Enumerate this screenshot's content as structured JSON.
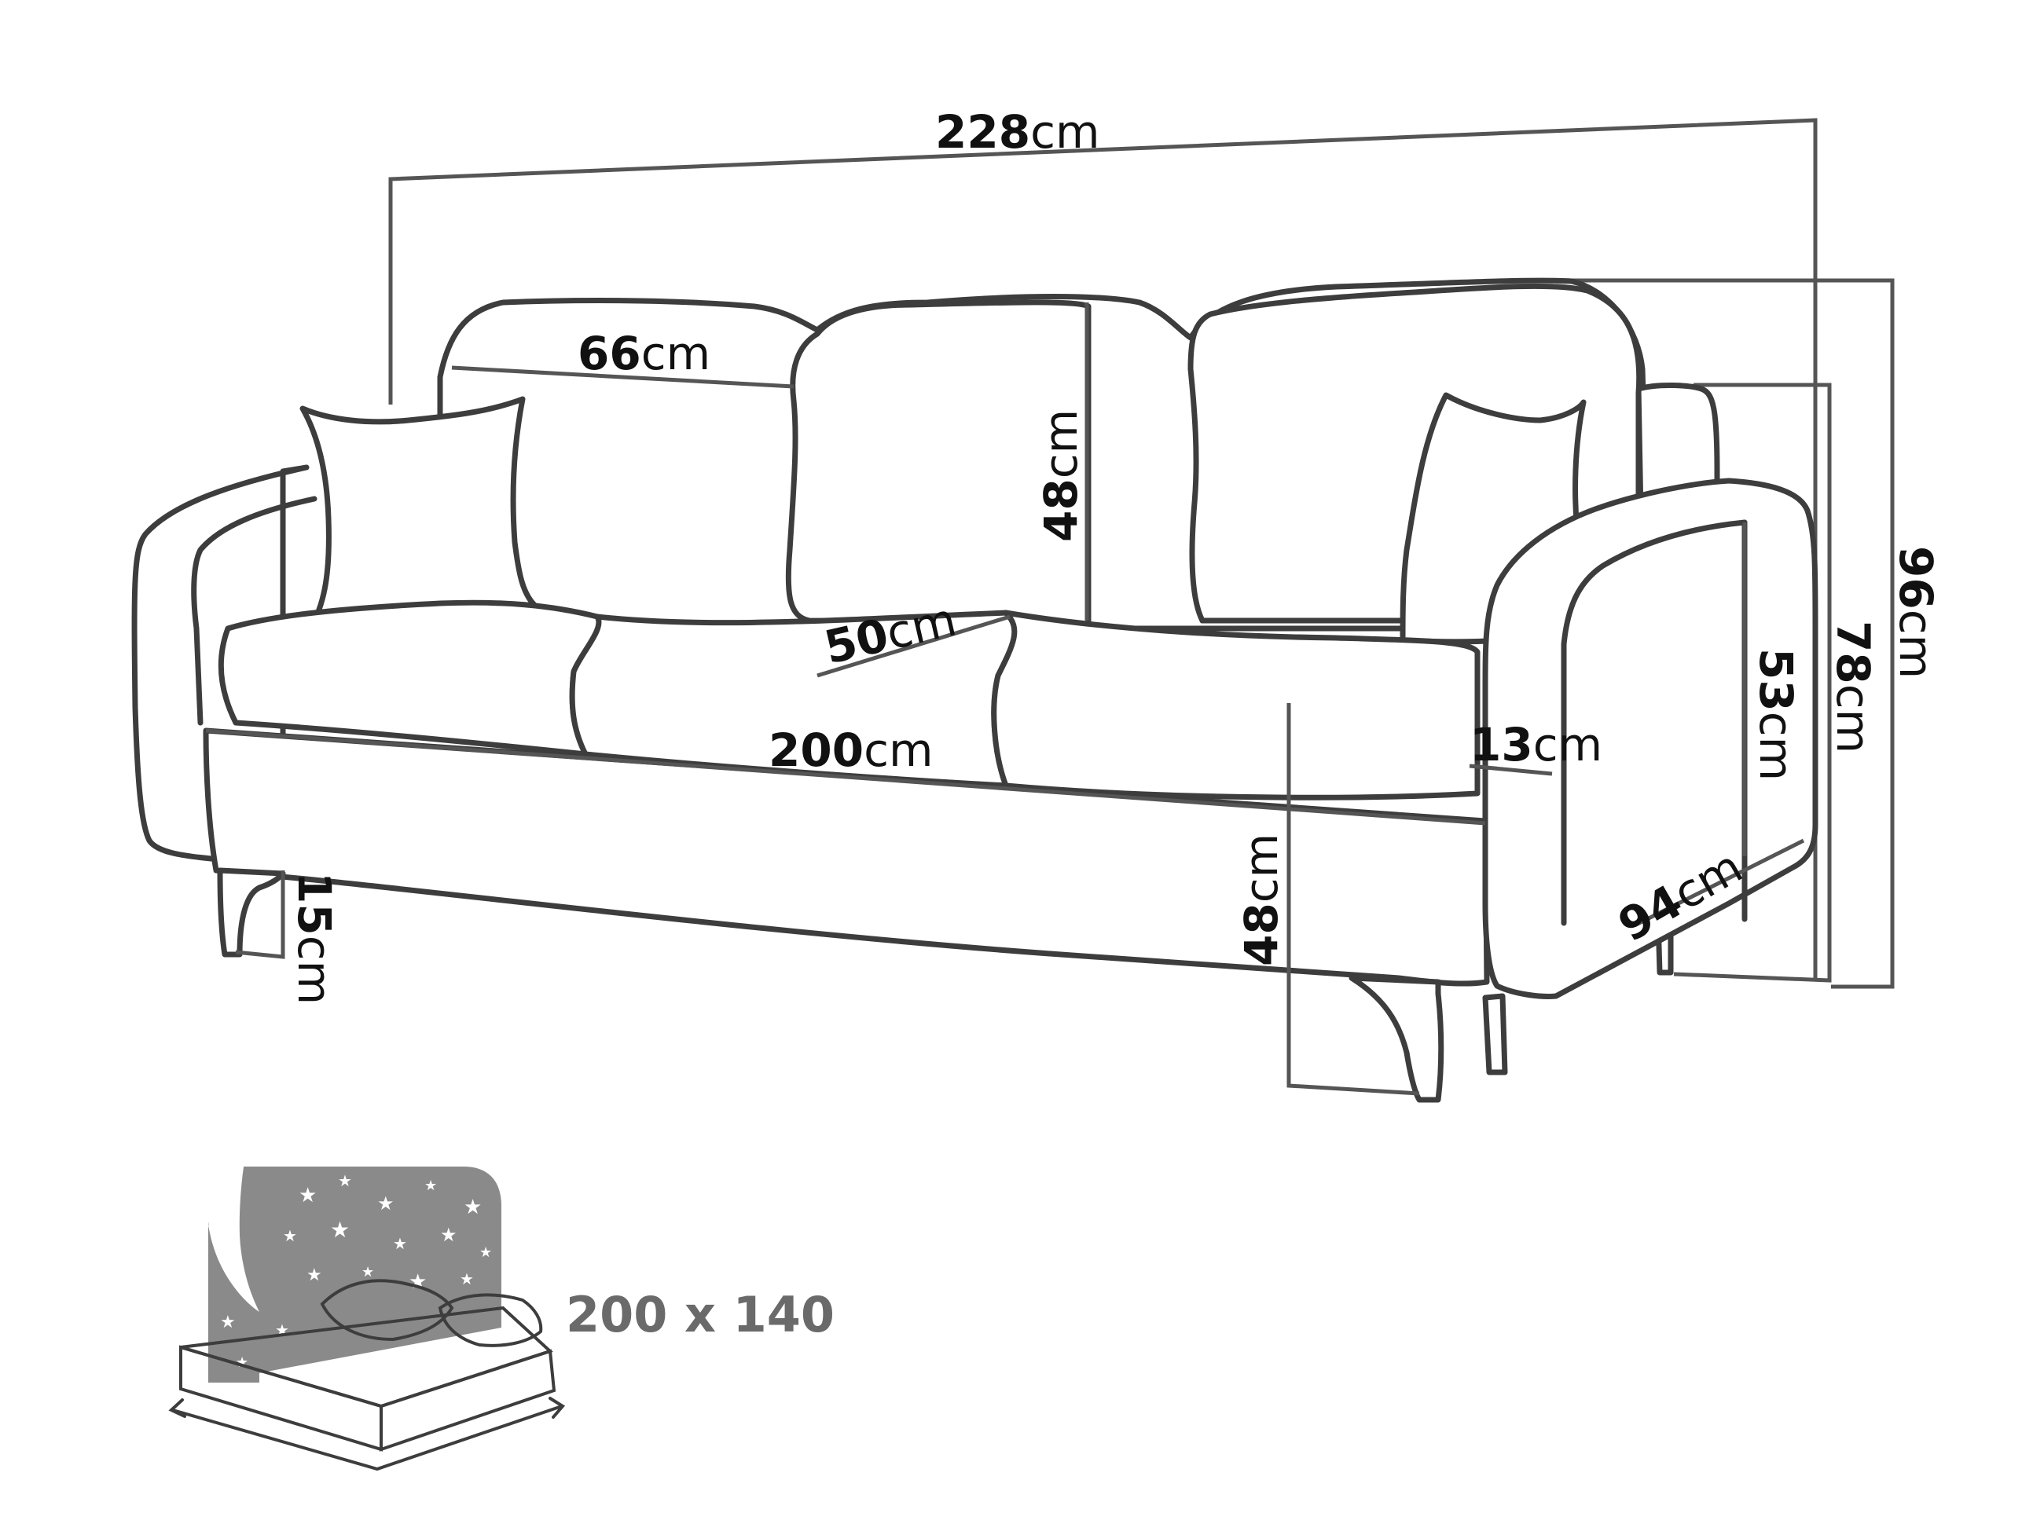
{
  "unit": "cm",
  "colors": {
    "outline": "#3d3d3d",
    "text": "#111111",
    "night_sky": "#8a8a8a",
    "bed_label": "#6a6a6a"
  },
  "dimensions": {
    "total_width": "228",
    "backrest_cushion_width": "66",
    "backrest_cushion_height": "48",
    "seat_depth": "50",
    "seat_width": "200",
    "armrest_width": "13",
    "seat_height": "48",
    "leg_height": "15",
    "depth": "94",
    "armrest_height": "53",
    "back_height_78": "78",
    "total_height": "96"
  },
  "bed": {
    "size_label": "200 x 140",
    "icon": "sleeping-bed-icon"
  }
}
